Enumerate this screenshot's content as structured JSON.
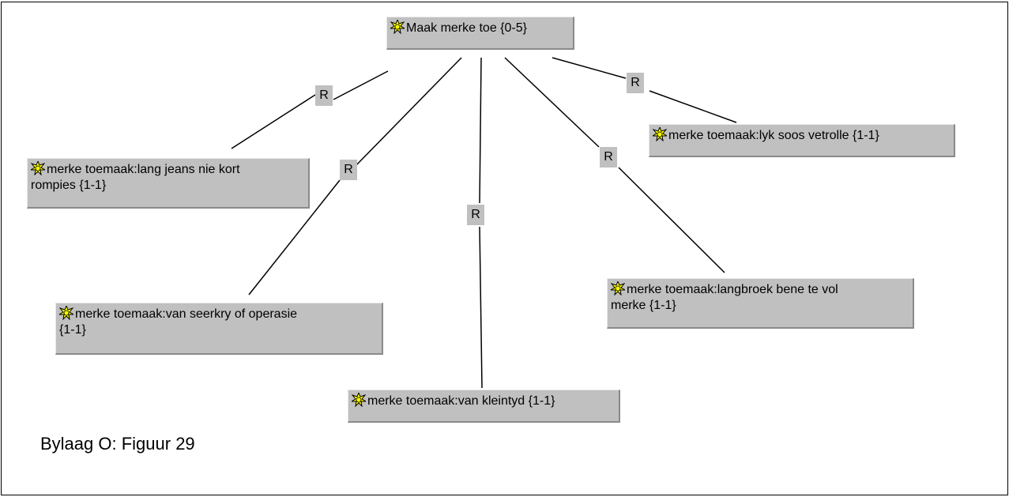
{
  "diagram": {
    "root": {
      "label": "Maak merke toe {0-5}",
      "icon": "star-badge-icon"
    },
    "children": [
      {
        "line1": "merke toemaak:lang jeans nie kort",
        "line2": "rompies {1-1}",
        "icon": "star-badge-icon"
      },
      {
        "line1": "merke toemaak:van seerkry of operasie",
        "line2": "{1-1}",
        "icon": "star-badge-icon"
      },
      {
        "line1": "merke toemaak:van kleintyd {1-1}",
        "line2": "",
        "icon": "star-badge-icon"
      },
      {
        "line1": "merke toemaak:langbroek bene te vol",
        "line2": "merke {1-1}",
        "icon": "star-badge-icon"
      },
      {
        "line1": "merke toemaak:lyk soos vetrolle {1-1}",
        "line2": "",
        "icon": "star-badge-icon"
      }
    ],
    "relation_labels": [
      "R",
      "R",
      "R",
      "R",
      "R"
    ],
    "colors": {
      "node_bg": "#c0c0c0",
      "icon_yellow": "#ffff00",
      "line": "#000000"
    }
  },
  "caption": "Bylaag O: Figuur 29"
}
